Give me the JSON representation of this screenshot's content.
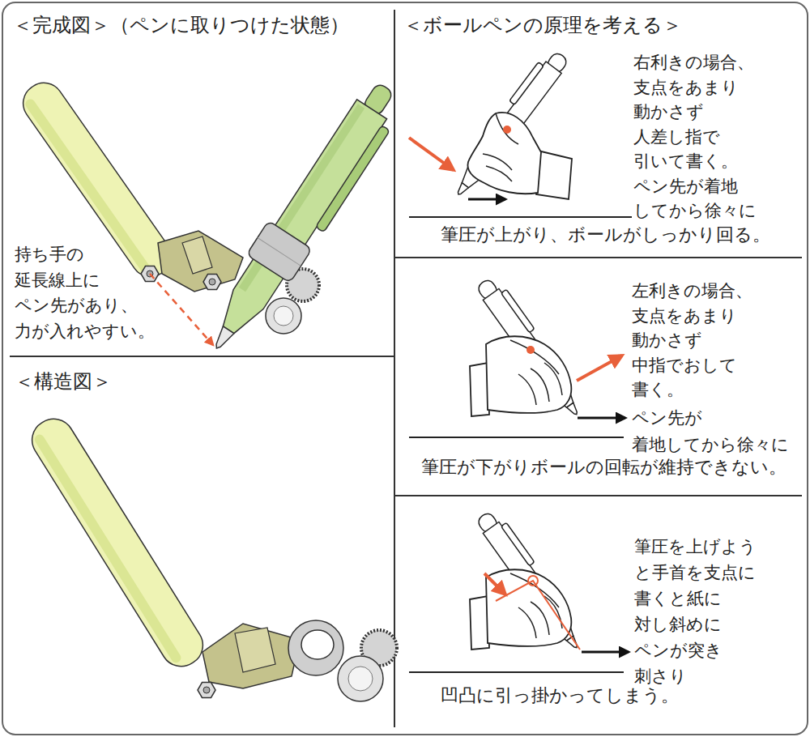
{
  "diagram": {
    "nodes": [
      {
        "text": [
          "＜完成図＞（ペンに取りつけた状態）",
          "持ち手の 延長線上に ペン先があり、 力が入れやすい。"
        ]
      },
      {
        "text": [
          "＜構造図＞"
        ]
      },
      {
        "text": [
          "＜ボールペンの原理を考える＞"
        ]
      },
      {
        "text": [
          "右利きの場合、 支点をあまり 動かさず 人差し指で 引いて書く。 ペン先が着地 してから徐々に",
          "筆圧が上がり、ボールがしっかり回る。"
        ],
        "in": 2
      },
      {
        "text": [
          "左利きの場合、 支点をあまり 動かさず 中指でおして 書く。",
          "ペン先が 着地してから徐々に",
          "筆圧が下がりボールの回転が維持できない。"
        ],
        "in": 2
      },
      {
        "text": [
          "筆圧を上げよう と手首を支点に 書くと紙に 対し斜めに ペンが突き 刺さり",
          "凹凸に引っ掛かってしまう。"
        ],
        "in": 2
      }
    ]
  }
}
